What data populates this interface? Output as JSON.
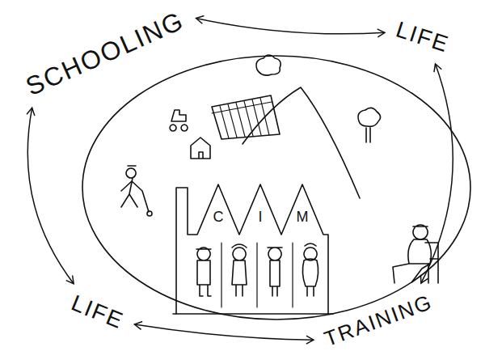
{
  "diagram": {
    "nodes": [
      {
        "text": [
          "SCHOOLING"
        ]
      },
      {
        "text": [
          "LIFE"
        ]
      },
      {
        "text": [
          "LIFE"
        ]
      },
      {
        "text": [
          "TRAINING"
        ]
      }
    ],
    "edges": [
      {
        "from": 0,
        "to": 1,
        "arrow": "both"
      },
      {
        "from": 1,
        "to": 3,
        "arrow": "both"
      },
      {
        "from": 2,
        "to": 3,
        "arrow": "both"
      },
      {
        "from": 0,
        "to": 2,
        "arrow": "both"
      }
    ],
    "labels": [
      "C",
      "I",
      "M"
    ]
  }
}
